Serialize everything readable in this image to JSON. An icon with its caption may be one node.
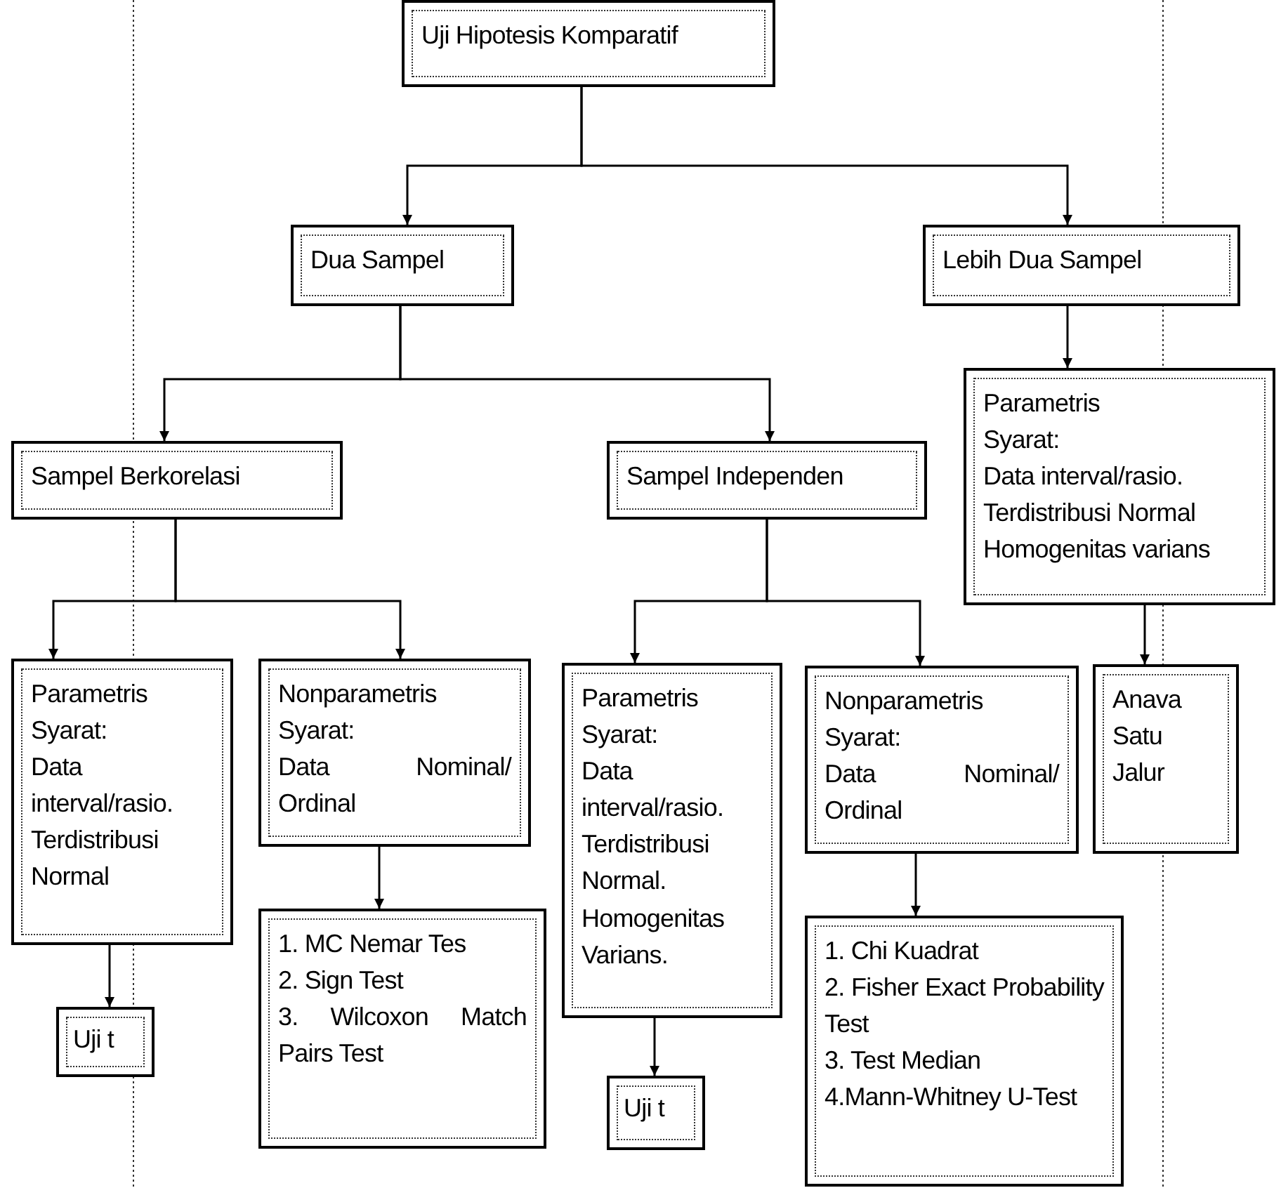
{
  "diagram": {
    "nodes": [
      {
        "text": [
          "Uji Hipotesis Komparatif"
        ]
      },
      {
        "text": [
          "Dua Sampel"
        ]
      },
      {
        "text": [
          "Lebih Dua Sampel"
        ]
      },
      {
        "text": [
          "Sampel Berkorelasi"
        ]
      },
      {
        "text": [
          "Sampel Independen"
        ]
      },
      {
        "text": [
          "Parametris",
          "Syarat:",
          "Data interval/rasio.",
          "Terdistribusi Normal",
          "Homogenitas varians"
        ]
      },
      {
        "text": [
          "Parametris",
          "Syarat:",
          "Data interval/rasio.",
          "Terdistribusi Normal"
        ]
      },
      {
        "text": [
          "Nonparametris",
          "Syarat:",
          "Data Nominal/ Ordinal"
        ]
      },
      {
        "text": [
          "Uji t"
        ]
      },
      {
        "text": [
          "1. MC Nemar Tes",
          "2. Sign Test",
          "3. Wilcoxon Match Pairs Test"
        ]
      },
      {
        "text": [
          "Parametris",
          "Syarat:",
          "Data interval/rasio.",
          "Terdistribusi Normal.",
          "Homogenitas Varians."
        ]
      },
      {
        "text": [
          "Nonparametris",
          "Syarat:",
          "Data Nominal/ Ordinal"
        ]
      },
      {
        "text": [
          "Uji t"
        ]
      },
      {
        "text": [
          "1. Chi Kuadrat",
          "2. Fisher Exact Probability Test",
          "3. Test Median",
          "4.Mann-Whitney U-Test"
        ]
      },
      {
        "text": [
          "Anava",
          "Satu",
          "Jalur"
        ]
      }
    ],
    "edges": [
      {
        "from": 0,
        "to": 1,
        "arrow": "to"
      },
      {
        "from": 0,
        "to": 2,
        "arrow": "to"
      },
      {
        "from": 1,
        "to": 3,
        "arrow": "to"
      },
      {
        "from": 1,
        "to": 4,
        "arrow": "to"
      },
      {
        "from": 2,
        "to": 5,
        "arrow": "to"
      },
      {
        "from": 3,
        "to": 6,
        "arrow": "to"
      },
      {
        "from": 3,
        "to": 7,
        "arrow": "to"
      },
      {
        "from": 4,
        "to": 10,
        "arrow": "to"
      },
      {
        "from": 4,
        "to": 11,
        "arrow": "to"
      },
      {
        "from": 5,
        "to": 14,
        "arrow": "to"
      },
      {
        "from": 6,
        "to": 8,
        "arrow": "to"
      },
      {
        "from": 7,
        "to": 9,
        "arrow": "to"
      },
      {
        "from": 10,
        "to": 12,
        "arrow": "to"
      },
      {
        "from": 11,
        "to": 13,
        "arrow": "to"
      }
    ]
  }
}
